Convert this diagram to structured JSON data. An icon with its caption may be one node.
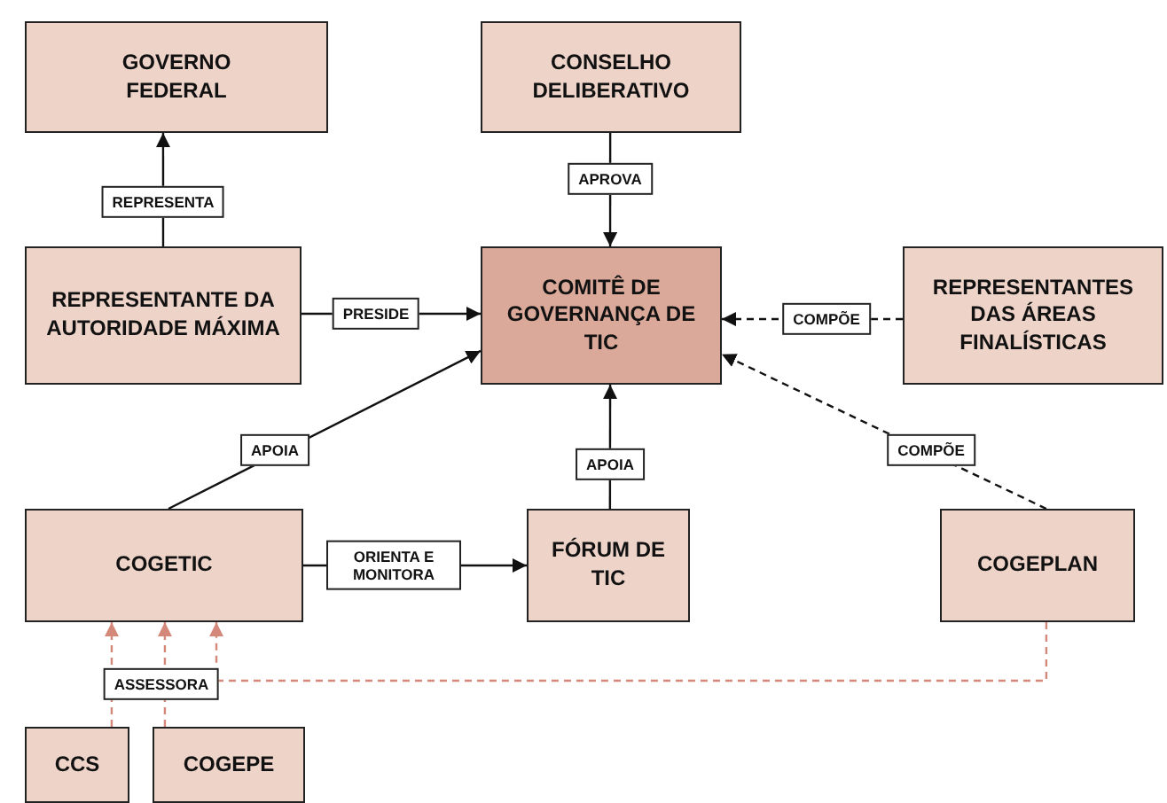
{
  "diagram": {
    "nodes": [
      {
        "text": [
          "GOVERNO FEDERAL"
        ]
      },
      {
        "text": [
          "CONSELHO DELIBERATIVO"
        ]
      },
      {
        "text": [
          "REPRESENTANTE DA AUTORIDADE MÁXIMA"
        ]
      },
      {
        "text": [
          "COMITÊ DE GOVERNANÇA DE TIC"
        ]
      },
      {
        "text": [
          "REPRESENTANTES DAS ÁREAS FINALÍSTICAS"
        ]
      },
      {
        "text": [
          "COGETIC"
        ]
      },
      {
        "text": [
          "FÓRUM DE TIC"
        ]
      },
      {
        "text": [
          "COGEPLAN"
        ]
      },
      {
        "text": [
          "CCS"
        ]
      },
      {
        "text": [
          "COGEPE"
        ]
      }
    ],
    "edges": [
      {
        "from": 2,
        "to": 0,
        "arrow": "to",
        "label": "REPRESENTA"
      },
      {
        "from": 1,
        "to": 3,
        "arrow": "to",
        "label": "APROVA"
      },
      {
        "from": 2,
        "to": 3,
        "arrow": "to",
        "label": "PRESIDE"
      },
      {
        "from": 4,
        "to": 3,
        "arrow": "to",
        "label": "COMPÕE",
        "style": "dashed"
      },
      {
        "from": 7,
        "to": 3,
        "arrow": "to",
        "label": "COMPÕE",
        "style": "dashed"
      },
      {
        "from": 5,
        "to": 3,
        "arrow": "to",
        "label": "APOIA"
      },
      {
        "from": 6,
        "to": 3,
        "arrow": "to",
        "label": "APOIA"
      },
      {
        "from": 5,
        "to": 6,
        "arrow": "to",
        "label": "ORIENTA E MONITORA"
      },
      {
        "from": 8,
        "to": 5,
        "arrow": "to",
        "style": "dashed",
        "color": "#d4887a"
      },
      {
        "from": 9,
        "to": 5,
        "arrow": "to",
        "style": "dashed",
        "color": "#d4887a"
      },
      {
        "from": 7,
        "to": 5,
        "arrow": "to",
        "label": "ASSESSORA",
        "style": "dashed",
        "color": "#d4887a"
      }
    ]
  }
}
